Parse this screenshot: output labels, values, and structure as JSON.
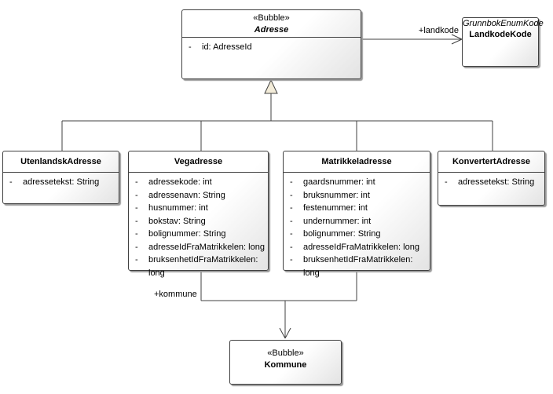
{
  "diagram": {
    "type": "uml-class-diagram",
    "colors": {
      "background": "#ffffff",
      "box_border": "#404040",
      "box_fill_start": "#ffffff",
      "box_fill_end": "#e3e3e3",
      "box_shadow": "#9a9a9a",
      "generalization_triangle_fill": "#f3ecd9",
      "line": "#404040",
      "text": "#000000"
    },
    "marks": {
      "visibility_private": "-"
    },
    "classes": {
      "adresse": {
        "stereotype": "«Bubble»",
        "name": "Adresse",
        "attributes": [
          "id: AdresseId"
        ]
      },
      "landkodekode": {
        "parent": "GrunnbokEnumKode",
        "name": "LandkodeKode"
      },
      "utenlandskadresse": {
        "name": "UtenlandskAdresse",
        "attributes": [
          "adressetekst: String"
        ]
      },
      "vegadresse": {
        "name": "Vegadresse",
        "attributes": [
          "adressekode: int",
          "adressenavn: String",
          "husnummer: int",
          "bokstav: String",
          "bolignummer: String",
          "adresseIdFraMatrikkelen: long",
          "bruksenhetIdFraMatrikkelen: long"
        ]
      },
      "matrikkeladresse": {
        "name": "Matrikkeladresse",
        "attributes": [
          "gaardsnummer: int",
          "bruksnummer: int",
          "festenummer: int",
          "undernummer: int",
          "bolignummer: String",
          "adresseIdFraMatrikkelen: long",
          "bruksenhetIdFraMatrikkelen: long"
        ]
      },
      "konvertertadresse": {
        "name": "KonvertertAdresse",
        "attributes": [
          "adressetekst: String"
        ]
      },
      "kommune": {
        "stereotype": "«Bubble»",
        "name": "Kommune"
      }
    },
    "associations": {
      "landkode": {
        "label": "+landkode"
      },
      "kommune": {
        "label": "+kommune"
      }
    }
  }
}
